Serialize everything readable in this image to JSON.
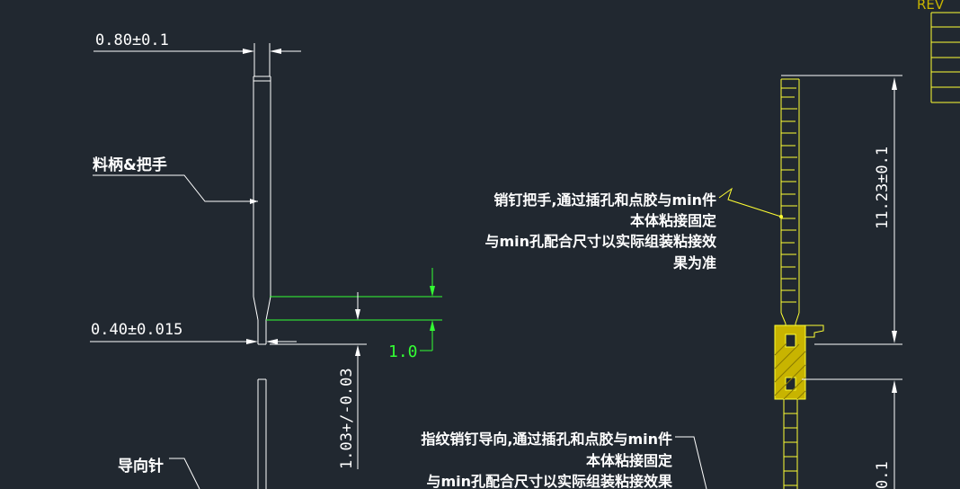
{
  "dims": {
    "handle_width": "0.80±0.1",
    "pin_width": "0.40±0.015",
    "step_length": "1.0",
    "guide_offset": "1.03+/-0.03",
    "pin_length": "11.23±0.1",
    "lower_partial": "0.1"
  },
  "labels": {
    "handle": "料柄&把手",
    "guide_pin": "导向针"
  },
  "notes": {
    "pin_handle": [
      "销钉把手,通过插孔和点胶与min件",
      "本体粘接固定",
      "与min孔配合尺寸以实际组装粘接效",
      "果为准"
    ],
    "knurled_pin": [
      "指纹销钉导向,通过插孔和点胶与min件",
      "本体粘接固定",
      "与min孔配合尺寸以实际组装粘接效果"
    ]
  },
  "title_block": {
    "rev": "REV"
  },
  "colors": {
    "background": "#212830",
    "lines": "#ffffff",
    "part": "#ffff33",
    "dimension": "#33ff33"
  }
}
